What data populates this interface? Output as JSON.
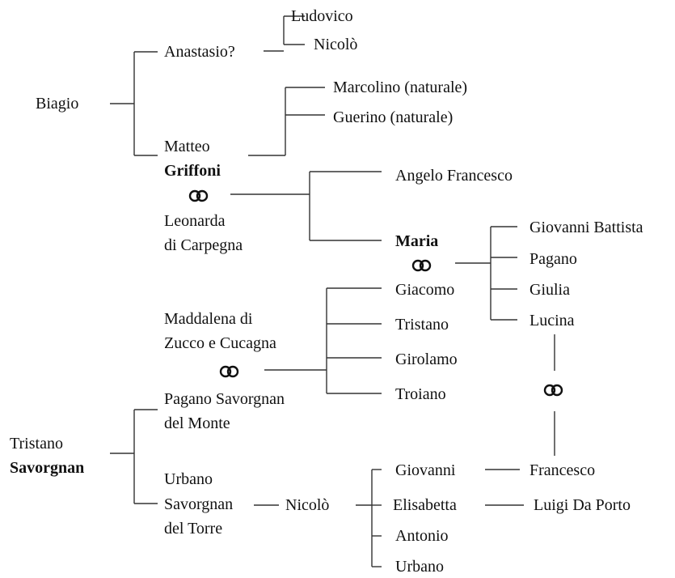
{
  "people": {
    "biagio": "Biagio",
    "anastasio": "Anastasio?",
    "ludovico": "Ludovico",
    "nicolo_1": "Nicolò",
    "matteo": "Matteo",
    "griffoni": "Griffoni",
    "marcolino": "Marcolino (naturale)",
    "guerino": "Guerino (naturale)",
    "leonarda_1": "Leonarda",
    "leonarda_2": "di Carpegna",
    "angelo": "Angelo Francesco",
    "maria": "Maria",
    "giovanni_battista": "Giovanni Battista",
    "pagano": "Pagano",
    "giulia": "Giulia",
    "lucina": "Lucina",
    "maddalena_1": "Maddalena di",
    "maddalena_2": "Zucco e Cucagna",
    "giacomo": "Giacomo",
    "tristano_son": "Tristano",
    "girolamo": "Girolamo",
    "troiano": "Troiano",
    "pagano_sav_1": "Pagano Savorgnan",
    "pagano_sav_2": "del Monte",
    "tristano": "Tristano",
    "savorgnan": "Savorgnan",
    "urbano_1": "Urbano",
    "urbano_2": "Savorgnan",
    "urbano_3": "del Torre",
    "nicolo_2": "Nicolò",
    "giovanni": "Giovanni",
    "elisabetta": "Elisabetta",
    "antonio": "Antonio",
    "urbano_son": "Urbano",
    "francesco": "Francesco",
    "luigi": "Luigi Da Porto"
  },
  "marriage_symbol": "marriage-rings-icon",
  "colors": {
    "text": "#111111",
    "lines": "#333333"
  }
}
